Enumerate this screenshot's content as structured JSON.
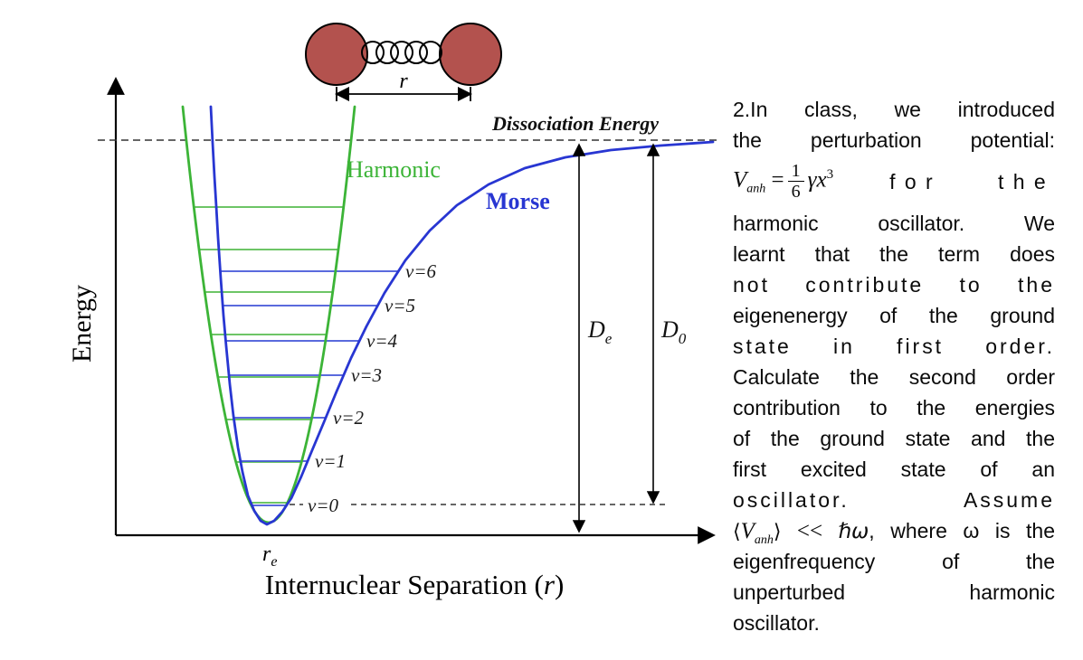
{
  "colors": {
    "harmonic": "#3cb437",
    "harmonic_level": "#58bd50",
    "morse": "#2836d2",
    "morse_level": "#4354d8",
    "ball": "#b3524e"
  },
  "figure": {
    "molecule_r": "r",
    "dissociation_label": "Dissociation Energy",
    "harmonic_label": "Harmonic",
    "morse_label": "Morse",
    "level_labels": [
      "v=6",
      "v=5",
      "v=4",
      "v=3",
      "v=2",
      "v=1",
      "v=0"
    ],
    "de": {
      "main": "D",
      "sub": "e"
    },
    "d0": {
      "main": "D",
      "sub": "0"
    },
    "re": {
      "main": "r",
      "sub": "e"
    },
    "energy_axis": "Energy",
    "x_axis_pre": "Internuclear Separation (",
    "x_axis_var": "r",
    "x_axis_post": ")"
  },
  "chart_data": {
    "type": "line",
    "title": "Morse vs Harmonic potential of a diatomic molecule",
    "xlabel": "Internuclear Separation (r)",
    "ylabel": "Energy",
    "series": [
      {
        "name": "Harmonic",
        "shape": "parabola",
        "color": "#3cb437"
      },
      {
        "name": "Morse",
        "shape": "morse-potential",
        "color": "#2836d2"
      }
    ],
    "vibrational_levels": [
      "v=0",
      "v=1",
      "v=2",
      "v=3",
      "v=4",
      "v=5",
      "v=6"
    ],
    "annotations": [
      "Dissociation Energy",
      "De",
      "D0",
      "re",
      "r"
    ]
  },
  "problem": {
    "line1": "2.In class, we introduced",
    "line2": "the perturbation potential:",
    "formula": {
      "V": "V",
      "sub": "anh",
      "eq": "=",
      "num": "1",
      "den": "6",
      "gx": "γx",
      "exp": "3",
      "word1": "for",
      "word2": "the"
    },
    "line4": "harmonic oscillator. We",
    "line5": "learnt that the term does",
    "line6": "not contribute to the",
    "line7": "eigenenergy of the ground",
    "line8": "state in first order.",
    "line9": "Calculate the second order",
    "line10": "contribution to the energies",
    "line11": "of the ground state and the",
    "line12": "first excited state of an",
    "line13": "oscillator. Assume",
    "line14": {
      "open": "⟨",
      "V": "V",
      "sub": "anh",
      "close": "⟩",
      "rel": "<<",
      "hw": "ℏω",
      "tail": ", where ω is the"
    },
    "line15": "eigenfrequency of the",
    "line16": "unperturbed harmonic",
    "line17": "oscillator."
  }
}
